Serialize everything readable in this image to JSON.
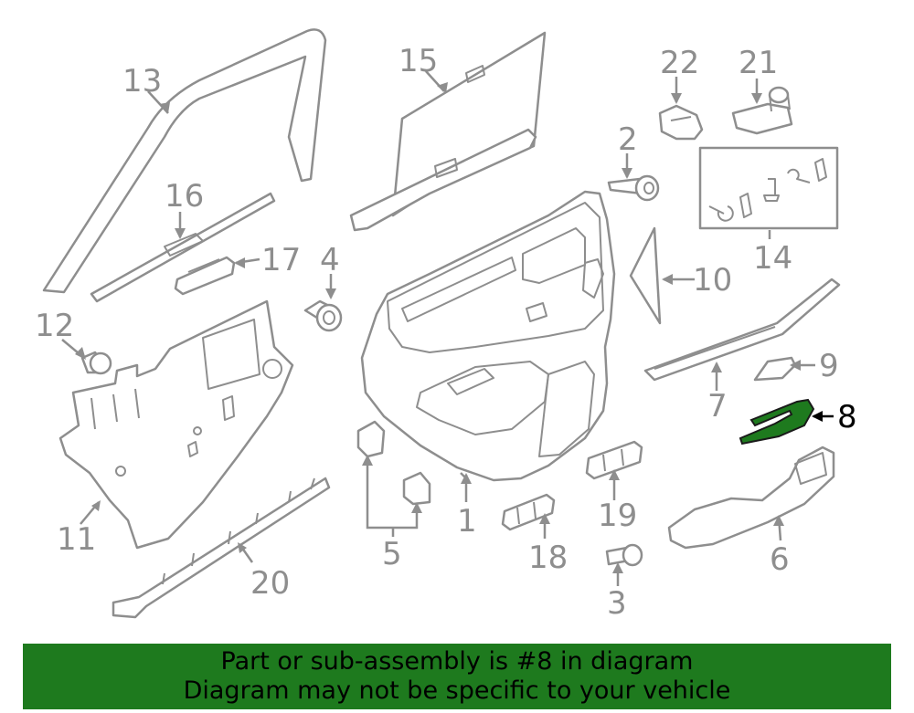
{
  "diagram": {
    "highlight_color": "#1e7a1e",
    "line_color": "#8e8e8e",
    "callouts": [
      {
        "id": "1",
        "label": "1"
      },
      {
        "id": "2",
        "label": "2"
      },
      {
        "id": "3",
        "label": "3"
      },
      {
        "id": "4",
        "label": "4"
      },
      {
        "id": "5",
        "label": "5"
      },
      {
        "id": "6",
        "label": "6"
      },
      {
        "id": "7",
        "label": "7"
      },
      {
        "id": "8",
        "label": "8",
        "highlighted": true
      },
      {
        "id": "9",
        "label": "9"
      },
      {
        "id": "10",
        "label": "10"
      },
      {
        "id": "11",
        "label": "11"
      },
      {
        "id": "12",
        "label": "12"
      },
      {
        "id": "13",
        "label": "13"
      },
      {
        "id": "14",
        "label": "14"
      },
      {
        "id": "15",
        "label": "15"
      },
      {
        "id": "16",
        "label": "16"
      },
      {
        "id": "17",
        "label": "17"
      },
      {
        "id": "18",
        "label": "18"
      },
      {
        "id": "19",
        "label": "19"
      },
      {
        "id": "20",
        "label": "20"
      },
      {
        "id": "21",
        "label": "21"
      },
      {
        "id": "22",
        "label": "22"
      }
    ]
  },
  "banner": {
    "background": "#1e7a1e",
    "line1": "Part or sub-assembly is #8 in diagram",
    "line2": "Diagram may not be specific to your vehicle"
  }
}
